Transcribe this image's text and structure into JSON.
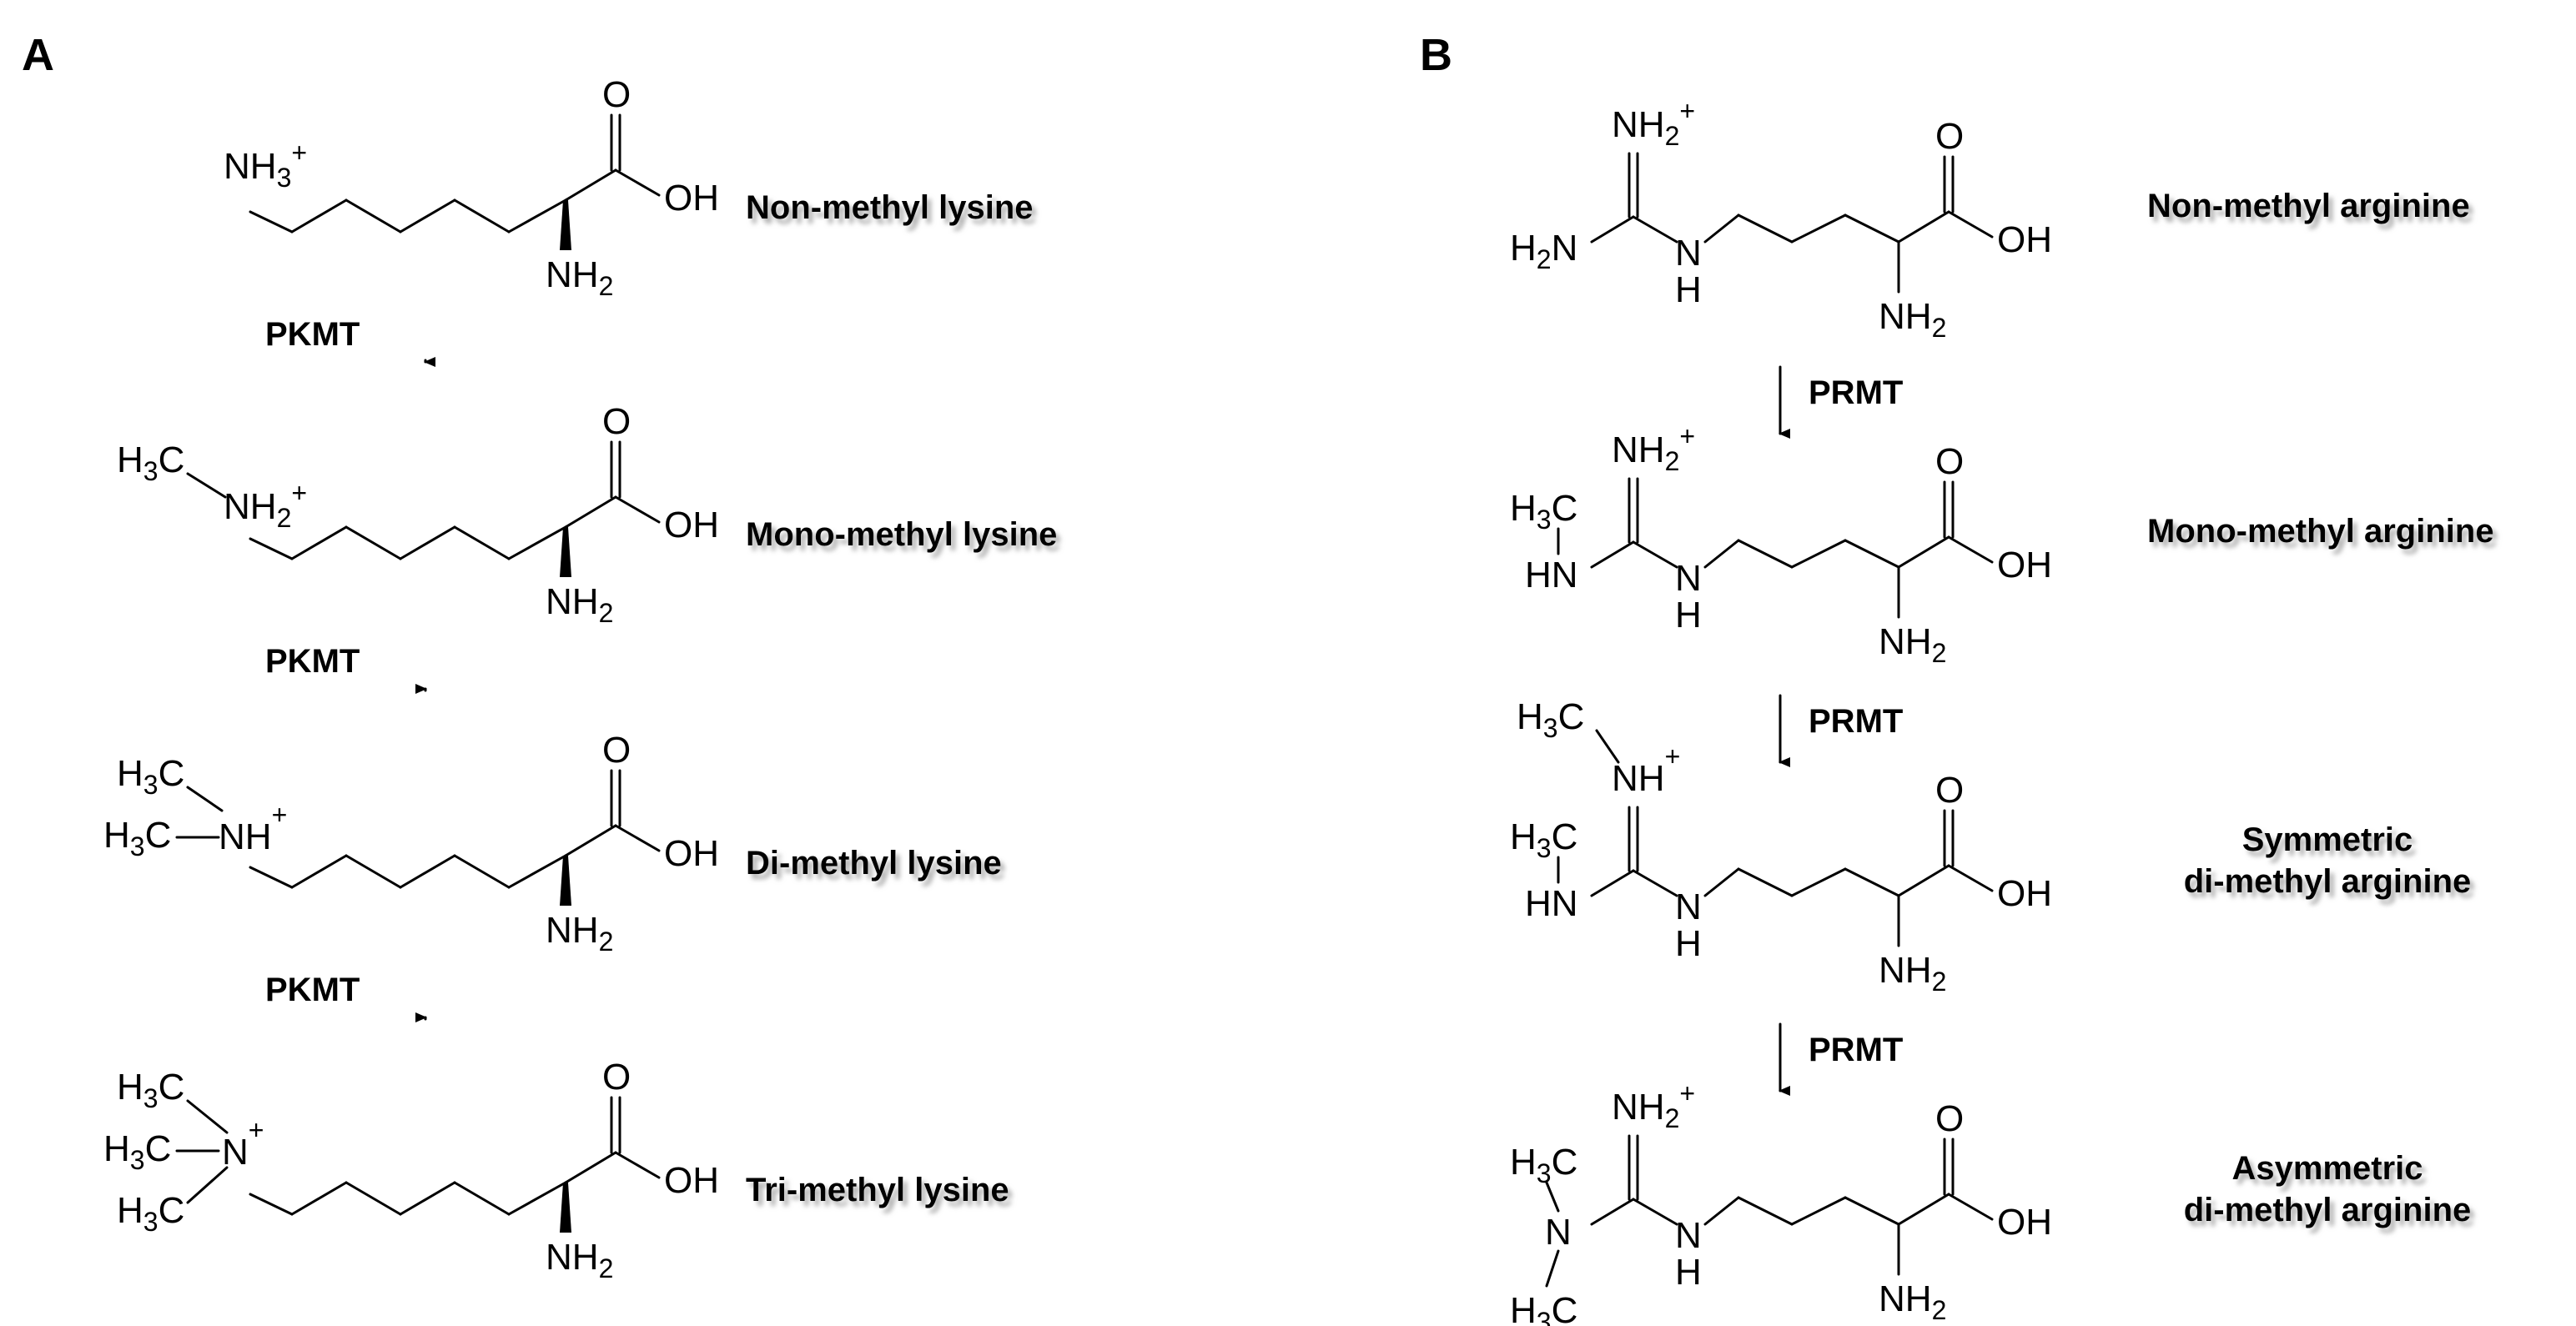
{
  "colors": {
    "methyl": "#e8141b",
    "text": "#000000",
    "shadow": "#9a9a9a"
  },
  "panels": {
    "a": "A",
    "b": "B"
  },
  "lysine": {
    "enzyme": "PKMT",
    "names": [
      "Non-methyl lysine",
      "Mono-methyl lysine",
      "Di-methyl lysine",
      "Tri-methyl lysine"
    ]
  },
  "arginine": {
    "enzyme": "PRMT",
    "names": [
      "Non-methyl arginine",
      "Mono-methyl arginine",
      "Symmetric",
      "di-methyl arginine",
      "Asymmetric",
      "di-methyl arginine"
    ]
  },
  "atoms": {
    "O": "O",
    "OH": "OH",
    "NH": "NH",
    "N": "N",
    "H": "H",
    "HN": "HN",
    "C": "C",
    "sub2": "2",
    "sub3": "3",
    "plus": "+",
    "H2": "H2"
  }
}
